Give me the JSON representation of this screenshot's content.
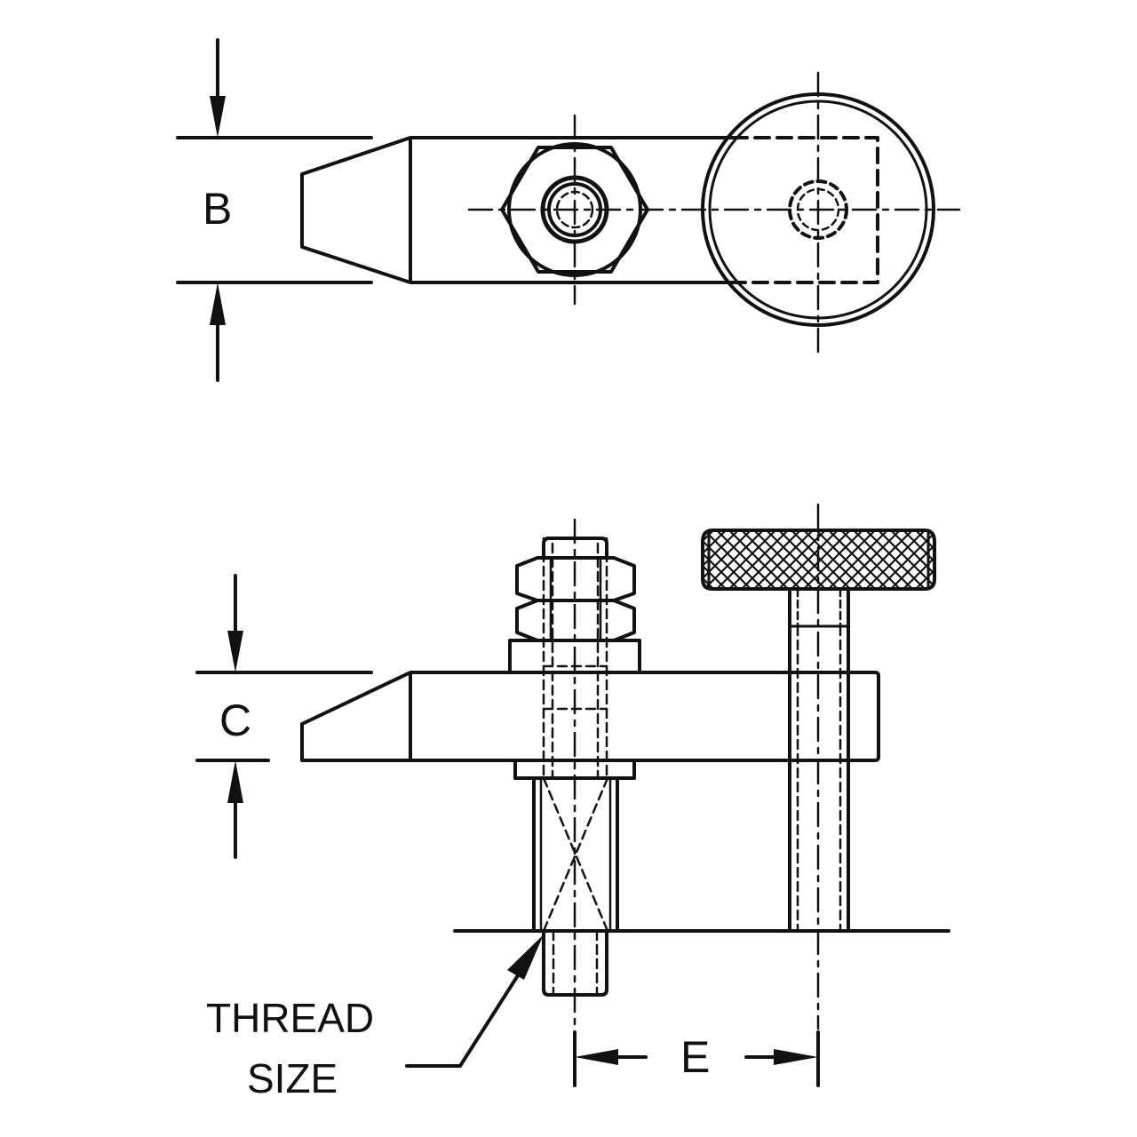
{
  "labels": {
    "dim_b": "B",
    "dim_c": "C",
    "dim_e": "E",
    "thread_line1": "THREAD",
    "thread_line2": "SIZE"
  },
  "colors": {
    "ink": "#111111",
    "background": "#ffffff"
  }
}
